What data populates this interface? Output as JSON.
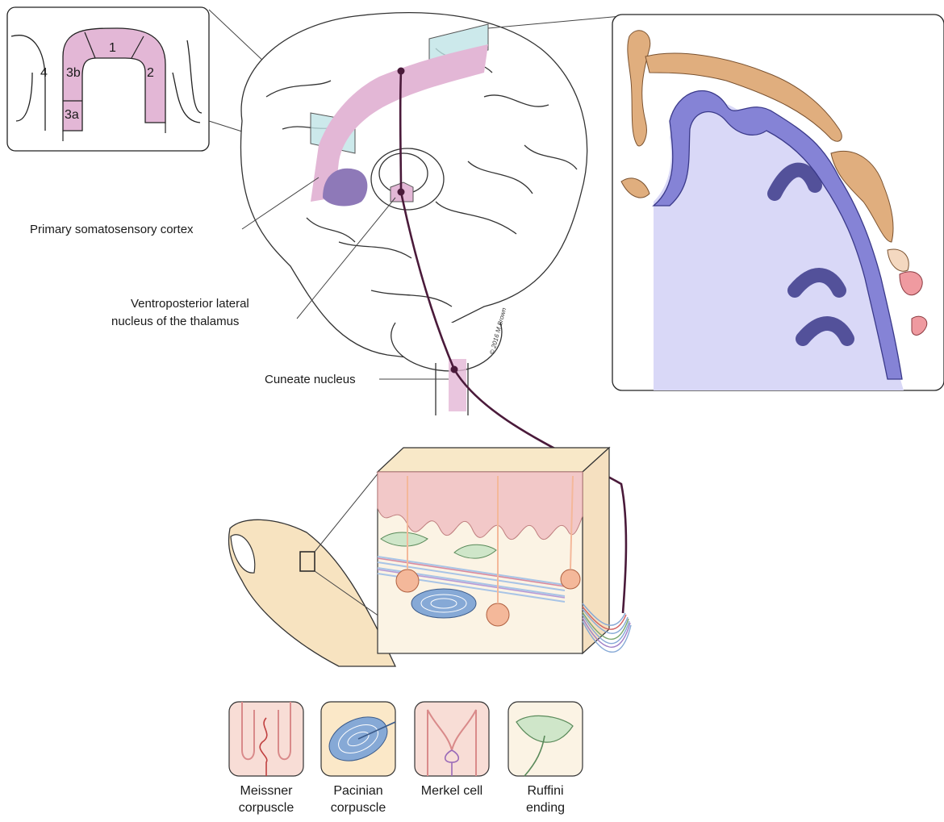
{
  "labels": {
    "cortex": "Primary somatosensory cortex",
    "vpl_line1": "Ventroposterior lateral",
    "vpl_line2": "nucleus of the thalamus",
    "cuneate": "Cuneate nucleus",
    "signature": "© 2016 M.Brown"
  },
  "inset_areas": [
    "4",
    "3b",
    "3a",
    "1",
    "2"
  ],
  "receptors": [
    {
      "line1": "Meissner",
      "line2": "corpuscle"
    },
    {
      "line1": "Pacinian",
      "line2": "corpuscle"
    },
    {
      "line1": "Merkel cell",
      "line2": ""
    },
    {
      "line1": "Ruffini",
      "line2": "ending"
    }
  ],
  "colors": {
    "cortex_pink": "#e3b7d6",
    "thalamus_purple": "#8e79b8",
    "pathway": "#4a1a3a",
    "glass": "#bfe3e6",
    "homunculus": "#e0ae7e",
    "cortex_band": "#8583d6",
    "white_matter": "#d9d8f7",
    "skin": "#f7e9c9",
    "pacinian_blue": "#86a9d6",
    "ruffini_green": "#cfe6c9",
    "meissner_pink": "#f2c8c8"
  }
}
